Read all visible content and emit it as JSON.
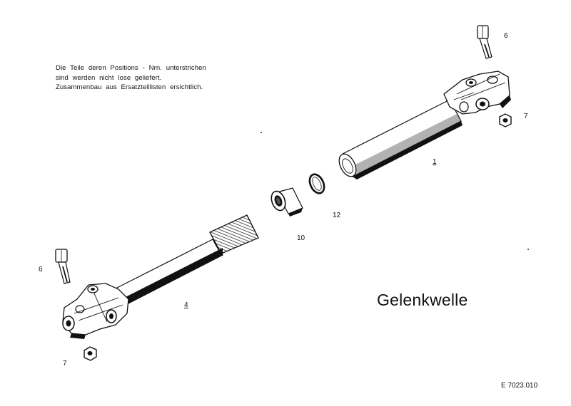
{
  "note": {
    "line1": "Die Teile deren Positions - Nrn. unterstrichen",
    "line2": "sind werden nicht lose geliefert.",
    "line3": "Zusammenbau aus Ersatzteillisten ersichtlich."
  },
  "title": "Gelenkwelle",
  "drawing_code": "E 7023.010",
  "callouts": {
    "shaft_upper": "1",
    "shaft_lower": "4",
    "bolt_upper": "6",
    "bolt_lower": "6",
    "nut_upper": "7",
    "nut_lower": "7",
    "bearing": "10",
    "ring": "12"
  }
}
